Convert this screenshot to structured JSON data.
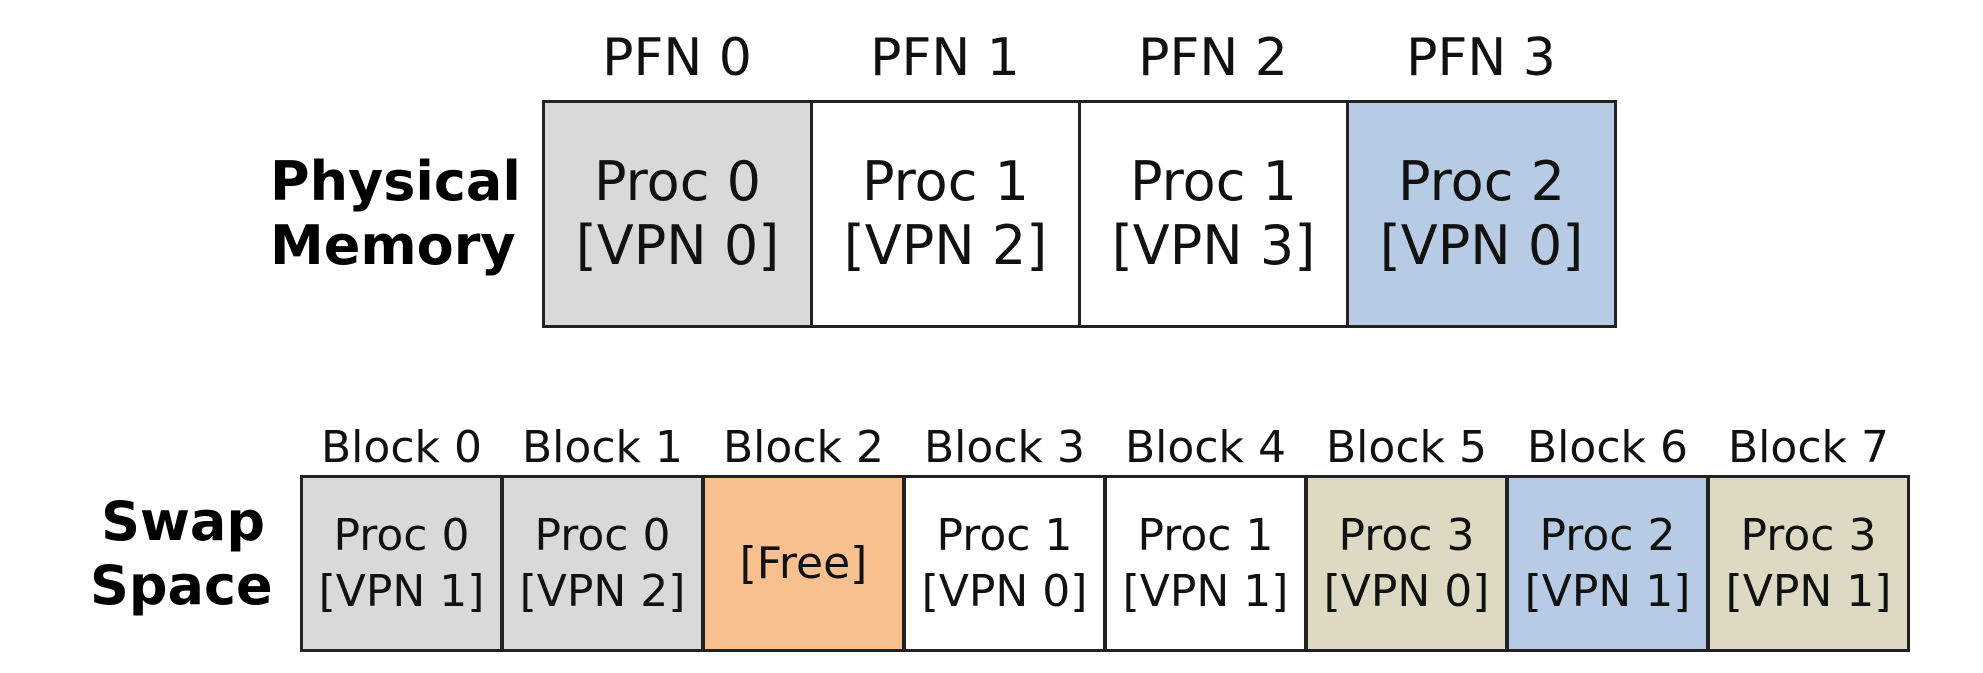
{
  "physical_memory": {
    "label_line1": "Physical",
    "label_line2": "Memory",
    "frames": [
      {
        "header": "PFN 0",
        "line1": "Proc 0",
        "line2": "[VPN 0]",
        "color": "#d9d9d9"
      },
      {
        "header": "PFN 1",
        "line1": "Proc 1",
        "line2": "[VPN 2]",
        "color": "#ffffff"
      },
      {
        "header": "PFN 2",
        "line1": "Proc 1",
        "line2": "[VPN 3]",
        "color": "#ffffff"
      },
      {
        "header": "PFN 3",
        "line1": "Proc 2",
        "line2": "[VPN 0]",
        "color": "#b7cce4"
      }
    ]
  },
  "swap_space": {
    "label_line1": "Swap",
    "label_line2": "Space",
    "blocks": [
      {
        "header": "Block 0",
        "line1": "Proc 0",
        "line2": "[VPN 1]",
        "color": "#d9d9d9"
      },
      {
        "header": "Block 1",
        "line1": "Proc 0",
        "line2": "[VPN 2]",
        "color": "#d9d9d9"
      },
      {
        "header": "Block 2",
        "line1": "[Free]",
        "line2": "",
        "color": "#f8c08f"
      },
      {
        "header": "Block 3",
        "line1": "Proc 1",
        "line2": "[VPN 0]",
        "color": "#ffffff"
      },
      {
        "header": "Block 4",
        "line1": "Proc 1",
        "line2": "[VPN 1]",
        "color": "#ffffff"
      },
      {
        "header": "Block 5",
        "line1": "Proc 3",
        "line2": "[VPN 0]",
        "color": "#ddd9c3"
      },
      {
        "header": "Block 6",
        "line1": "Proc 2",
        "line2": "[VPN 1]",
        "color": "#b7cce4"
      },
      {
        "header": "Block 7",
        "line1": "Proc 3",
        "line2": "[VPN 1]",
        "color": "#ddd9c3"
      }
    ]
  }
}
